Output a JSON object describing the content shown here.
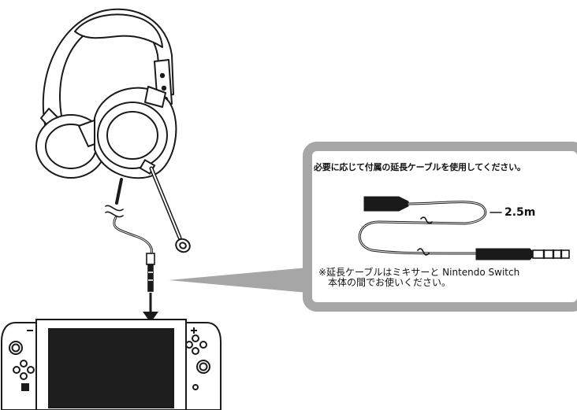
{
  "callout": {
    "title": "必要に応じて付属の延長ケーブルを使用してください。",
    "cable_length": "2.5m",
    "note_line1": "※延長ケーブルはミキサーと Nintendo Switch",
    "note_line2": "本体の間でお使いください。"
  },
  "colors": {
    "line": "#1a1a1a",
    "callout_border": "#a6a6a6",
    "fill_dark": "#1a1a1a",
    "screen": "#1e1e1e"
  },
  "icons": {
    "headset": "headset-icon",
    "boom_mic": "microphone-icon",
    "console": "game-console-icon",
    "arrow": "arrow-down-icon"
  }
}
